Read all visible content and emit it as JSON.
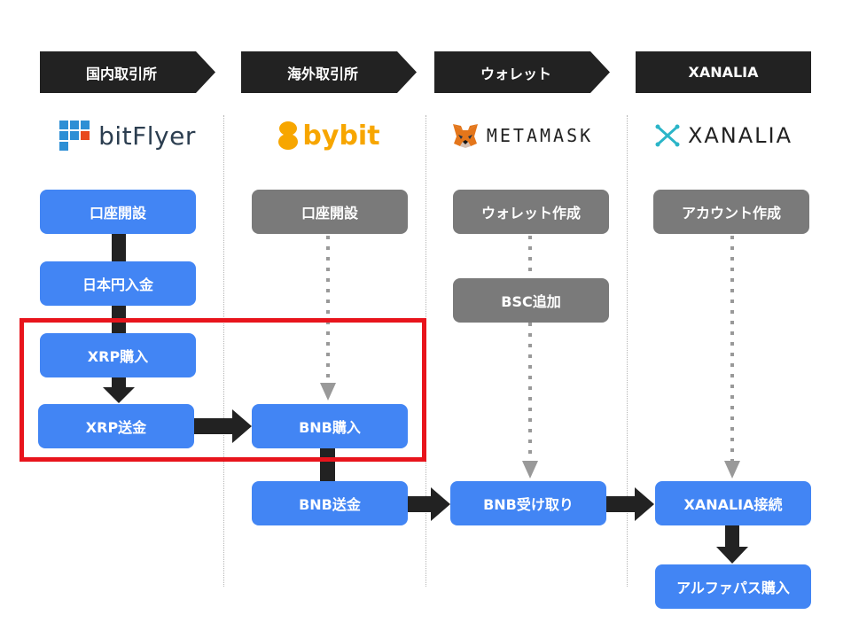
{
  "columns": [
    {
      "title": "国内取引所",
      "logo_text": "bitFlyer",
      "logo_icon": "bitflyer-grid-icon"
    },
    {
      "title": "海外取引所",
      "logo_text": "bybit",
      "logo_icon": "bybit-coin-icon"
    },
    {
      "title": "ウォレット",
      "logo_text": "METAMASK",
      "logo_icon": "metamask-fox-icon"
    },
    {
      "title": "XANALIA",
      "logo_text": "XANALIA",
      "logo_icon": "xanalia-x-icon"
    }
  ],
  "steps": {
    "bitflyer_open": "口座開設",
    "jpy_deposit": "日本円入金",
    "xrp_buy": "XRP購入",
    "xrp_send": "XRP送金",
    "bybit_open": "口座開設",
    "bnb_buy": "BNB購入",
    "bnb_send": "BNB送金",
    "wallet_create": "ウォレット作成",
    "bsc_add": "BSC追加",
    "bnb_receive": "BNB受け取り",
    "account_create": "アカウント作成",
    "xanalia_connect": "XANALIA接続",
    "alphapass_buy": "アルファパス購入"
  },
  "colors": {
    "header": "#222222",
    "action_step": "#4285f4",
    "prep_step": "#7a7a7a",
    "arrow": "#222222",
    "dotted_arrow": "#999999",
    "highlight": "#e8141c"
  }
}
